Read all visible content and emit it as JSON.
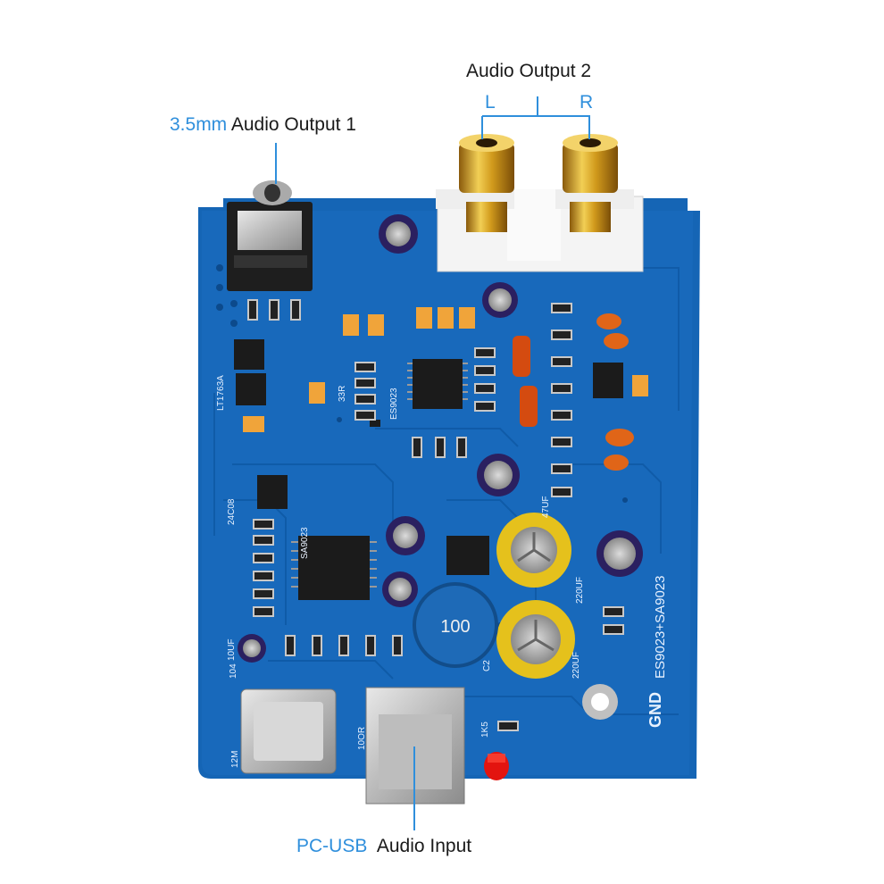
{
  "labels": {
    "audio_output_2": "Audio Output 2",
    "channel_left": "L",
    "channel_right": "R",
    "output1_highlight": "3.5mm",
    "output1_rest": "Audio Output 1",
    "input_highlight": "PC-USB",
    "input_rest": "Audio Input"
  },
  "board_text": {
    "model": "ES9023+SA9023",
    "gnd": "GND",
    "cap_220uf_a": "220UF",
    "cap_220uf_b": "220UF",
    "inductor": "100",
    "crystal": "12M",
    "chip_dac": "ES9023",
    "chip_usb": "SA9023",
    "r_10or": "10OR",
    "r_1k5": "1K5",
    "r_104": "104",
    "r_47uf": "47UF",
    "r_10uf": "10UF",
    "chip_ltc": "LT1763A",
    "chip_24c": "24C08",
    "c_c2": "C2",
    "c_33r": "33R"
  },
  "colors": {
    "accent": "#2f8fdc",
    "pcb": "#1565b5",
    "pcb_dark": "#0d4f95",
    "gold": "#d9a520",
    "text": "#1a1a1a"
  }
}
